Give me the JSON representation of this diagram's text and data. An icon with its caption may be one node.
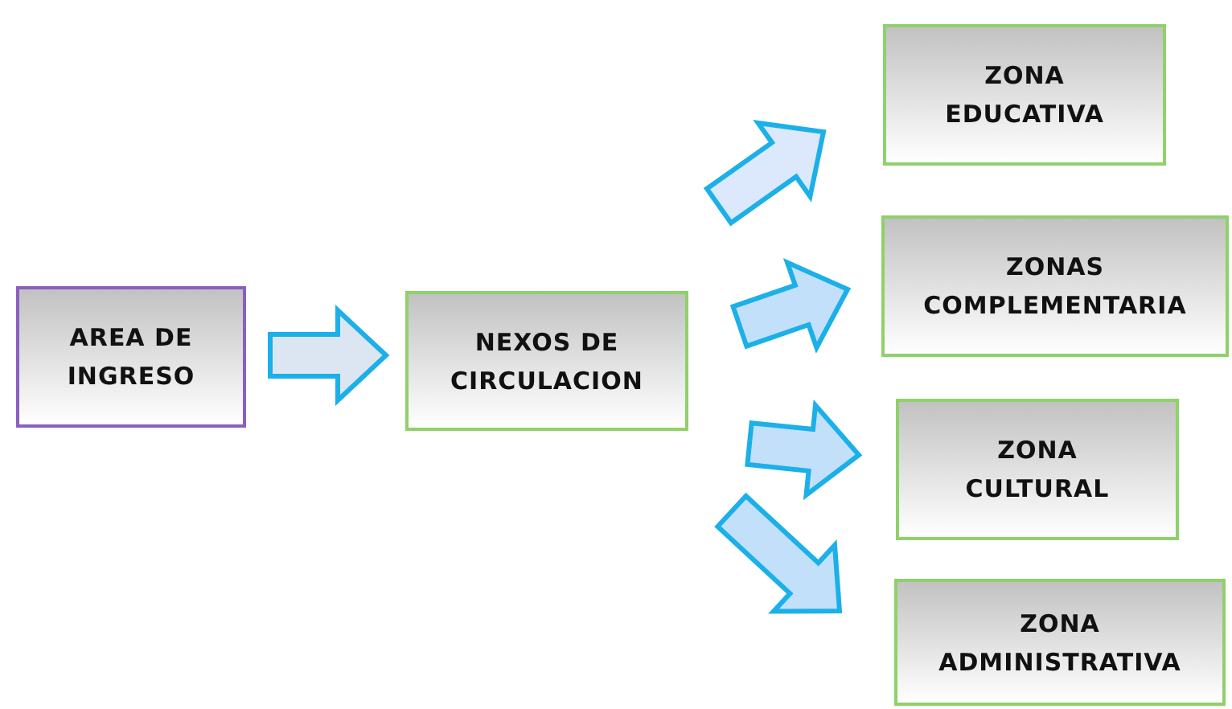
{
  "diagram": {
    "nodes": [
      {
        "text": [
          "AREA DE INGRESO"
        ]
      },
      {
        "text": [
          "NEXOS DE CIRCULACION"
        ]
      },
      {
        "text": [
          "ZONA EDUCATIVA"
        ]
      },
      {
        "text": [
          "ZONAS COMPLEMENTARIA"
        ]
      },
      {
        "text": [
          "ZONA CULTURAL"
        ]
      },
      {
        "text": [
          "ZONA ADMINISTRATIVA"
        ]
      }
    ],
    "edges": [
      {
        "from": 0,
        "to": 1,
        "arrow": "to"
      },
      {
        "from": 1,
        "to": 2,
        "arrow": "to"
      },
      {
        "from": 1,
        "to": 3,
        "arrow": "to"
      },
      {
        "from": 1,
        "to": 4,
        "arrow": "to"
      },
      {
        "from": 1,
        "to": 5,
        "arrow": "to"
      }
    ]
  }
}
